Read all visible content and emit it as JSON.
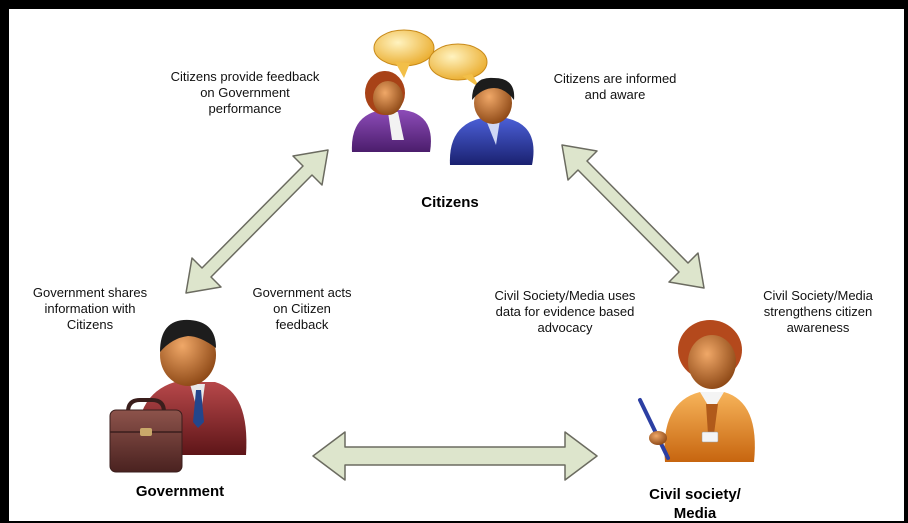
{
  "nodes": {
    "citizens": "Citizens",
    "government": "Government",
    "civil_society": "Civil society/\nMedia"
  },
  "annotations": {
    "citizens_feedback": "Citizens provide feedback\non Government\nperformance",
    "citizens_informed": "Citizens are informed\nand aware",
    "gov_shares": "Government shares\ninformation with\nCitizens",
    "gov_acts": "Government acts\non Citizen\nfeedback",
    "cs_uses_data": "Civil Society/Media uses\ndata for evidence based\nadvocacy",
    "cs_strengthens": "Civil Society/Media\nstrengthens citizen\nawareness"
  },
  "colors": {
    "arrow_fill": "#dde5cc",
    "arrow_stroke": "#6b6b60",
    "bubble": "#f7c94c",
    "skin": "#c8742f",
    "citizen_female_suit": "#6a2f8f",
    "citizen_male_suit": "#2a3a9c",
    "gov_suit": "#8e2a2e",
    "briefcase": "#6d3a35",
    "cs_top": "#e8962e"
  },
  "icons": [
    "speech-bubble-icon",
    "female-citizen-icon",
    "male-citizen-icon",
    "government-official-icon",
    "briefcase-icon",
    "civil-society-woman-icon"
  ]
}
